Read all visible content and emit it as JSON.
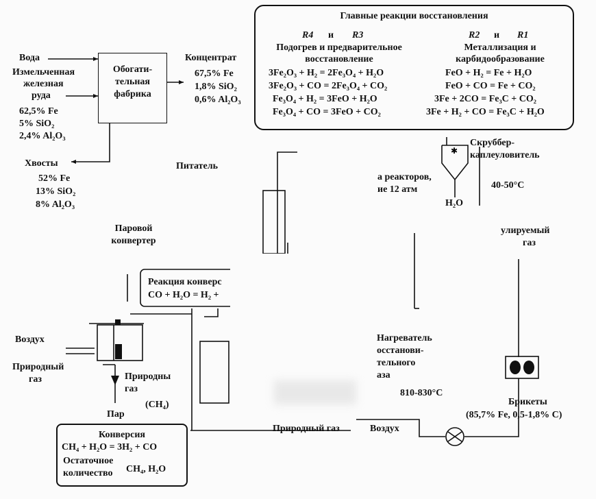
{
  "reactions": {
    "title": "Главные реакции восстановления",
    "left": {
      "label_r4": "R4",
      "label_and": "и",
      "label_r3": "R3",
      "heading_1": "Подогрев и предварительное",
      "heading_2": "восстановление",
      "eq_1": "3Fe₂O₃ + H₂ = 2Fe₃O₄ + H₂O",
      "eq_2": "3Fe₂O₃ + CO = 2Fe₃O₄ + CO₂",
      "eq_3": "Fe₃O₄ + H₂ = 3FeO + H₂O",
      "eq_4": "Fe₃O₄ + CO = 3FeO + CO₂"
    },
    "right": {
      "label_r2": "R2",
      "label_and": "и",
      "label_r1": "R1",
      "heading_1": "Металлизация и",
      "heading_2": "карбидообразование",
      "eq_1": "FeO + H₂ = Fe + H₂O",
      "eq_2": "FeO + CO = Fe + CO₂",
      "eq_3": "3Fe + 2CO = Fe₃C + CO₂",
      "eq_4": "3Fe + H₂ + CO = Fe₃C + H₂O"
    }
  },
  "inputs": {
    "water": "Вода",
    "ore_1": "Измельченная",
    "ore_2": "железная",
    "ore_3": "руда",
    "ore_fe": "62,5% Fe",
    "ore_sio2": "5% SiO₂",
    "ore_al2o3": "2,4% Al₂O₃"
  },
  "plant": {
    "line_1": "Обогати-",
    "line_2": "тельная",
    "line_3": "фабрика"
  },
  "concentrate": {
    "title": "Концентрат",
    "fe": "67,5% Fe",
    "sio2": "1,8% SiO₂",
    "al2o3": "0,6% Al₂O₃"
  },
  "tailings": {
    "title": "Хвосты",
    "fe": "52% Fe",
    "sio2": "13% SiO₂",
    "al2o3": "8% Al₂O₃"
  },
  "feeder": "Питатель",
  "reactor_pressure_1": "а реакторов,",
  "reactor_pressure_2": "ие 12 атм",
  "scrubber_1": "Скруббер-",
  "scrubber_2": "каплеуловитель",
  "scrubber_temp": "40-50°C",
  "water_out": "H₂O",
  "recycled_gas_1": "улируемый",
  "recycled_gas_2": "газ",
  "steam_converter_1": "Паровой",
  "steam_converter_2": "конвертер",
  "shift_reaction_1": "Реакция конверс",
  "shift_reaction_2": "CO + H₂O = H₂ +",
  "air_left": "Воздух",
  "natural_gas_left_1": "Природный",
  "natural_gas_left_2": "газ",
  "natural_gas_mid_1": "Природны",
  "natural_gas_mid_2": "газ",
  "ch4": "(CH₄)",
  "steam": "Пар",
  "heater": {
    "line_1": "Нагреватель",
    "line_2": "осстанови-",
    "line_3": "тельного",
    "line_4": "аза"
  },
  "heater_temp": "810-830°C",
  "bottom_gas": "Природный газ",
  "bottom_air": "Воздух",
  "briquettes": {
    "title": "Брикеты",
    "composition": "(85,7% Fe, 0,5-1,8% C)"
  },
  "conversion": {
    "title": "Конверсия",
    "eq": "CH₄ + H₂O = 3H₂ + CO",
    "residual_1": "Остаточное",
    "residual_2": "количество",
    "residual_species": "CH₄, H₂O"
  }
}
